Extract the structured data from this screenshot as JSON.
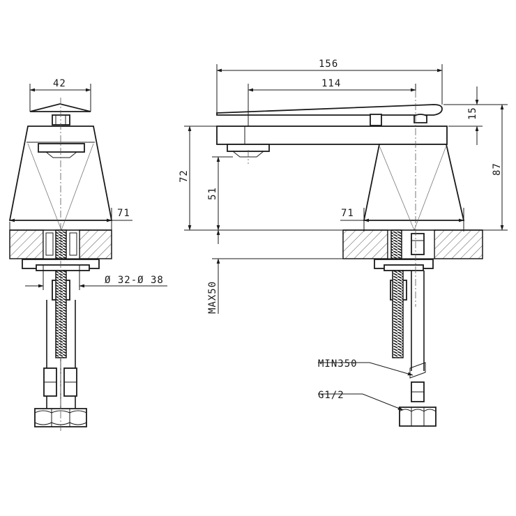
{
  "dimensions": {
    "handle_width": "42",
    "overall_length": "156",
    "spout_reach": "114",
    "handle_thickness": "15",
    "overall_height": "87",
    "spout_height": "72",
    "outlet_height": "51",
    "base_width_side": "71",
    "base_width_front": "71",
    "hole_diameter": "Ø 32-Ø 38",
    "max_counter_thickness": "MAX50",
    "min_hose_length": "MIN350",
    "thread_size": "G1/2"
  }
}
